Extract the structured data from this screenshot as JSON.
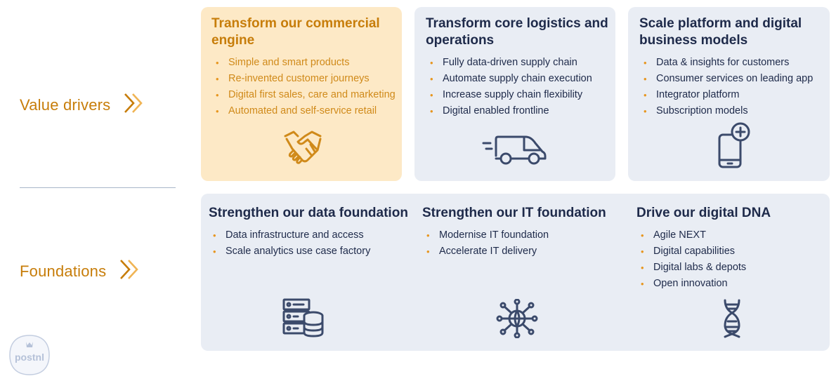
{
  "value_drivers": {
    "label": "Value drivers",
    "cards": [
      {
        "title": "Transform our commercial engine",
        "items": [
          "Simple and smart products",
          "Re-invented customer journeys",
          "Digital first sales, care and marketing",
          "Automated and self-service retail"
        ],
        "icon": "handshake-icon"
      },
      {
        "title": "Transform core logistics and operations",
        "items": [
          "Fully data-driven supply chain",
          "Automate supply chain execution",
          "Increase supply chain flexibility",
          "Digital enabled frontline"
        ],
        "icon": "van-icon"
      },
      {
        "title": "Scale platform and digital business models",
        "items": [
          "Data & insights for customers",
          "Consumer services on leading app",
          "Integrator platform",
          "Subscription models"
        ],
        "icon": "phone-plus-icon"
      }
    ]
  },
  "foundations": {
    "label": "Foundations",
    "columns": [
      {
        "title": "Strengthen our data foundation",
        "items": [
          "Data infrastructure and access",
          "Scale analytics use case factory"
        ],
        "icon": "database-server-icon"
      },
      {
        "title": "Strengthen our IT foundation",
        "items": [
          "Modernise IT foundation",
          "Accelerate IT delivery"
        ],
        "icon": "network-globe-icon"
      },
      {
        "title": "Drive our digital DNA",
        "items": [
          "Agile NEXT",
          "Digital capabilities",
          "Digital labs & depots",
          "Open innovation"
        ],
        "icon": "dna-icon"
      }
    ]
  },
  "logo": {
    "text": "postnl"
  },
  "colors": {
    "accent": "#c77d0a",
    "navy": "#1e2a4a",
    "card": "#e9edf4",
    "highlight": "#fde9c6"
  }
}
